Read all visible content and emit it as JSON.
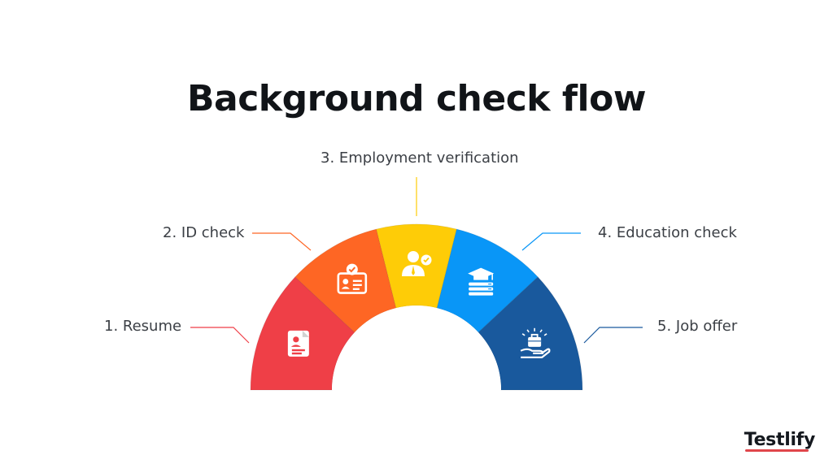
{
  "title": "Background check flow",
  "steps": [
    {
      "label": "1. Resume",
      "color": "#ef3f47",
      "icon": "resume-document-icon"
    },
    {
      "label": "2. ID check",
      "color": "#fe6624",
      "icon": "id-card-check-icon"
    },
    {
      "label": "3. Employment verification",
      "color": "#fecc07",
      "icon": "employee-verified-icon"
    },
    {
      "label": "4. Education check",
      "color": "#0996f7",
      "icon": "graduation-books-icon"
    },
    {
      "label": "5. Job offer",
      "color": "#19599d",
      "icon": "hand-briefcase-icon"
    }
  ],
  "brand": {
    "name": "Testlify",
    "accent": "#e0464b"
  }
}
